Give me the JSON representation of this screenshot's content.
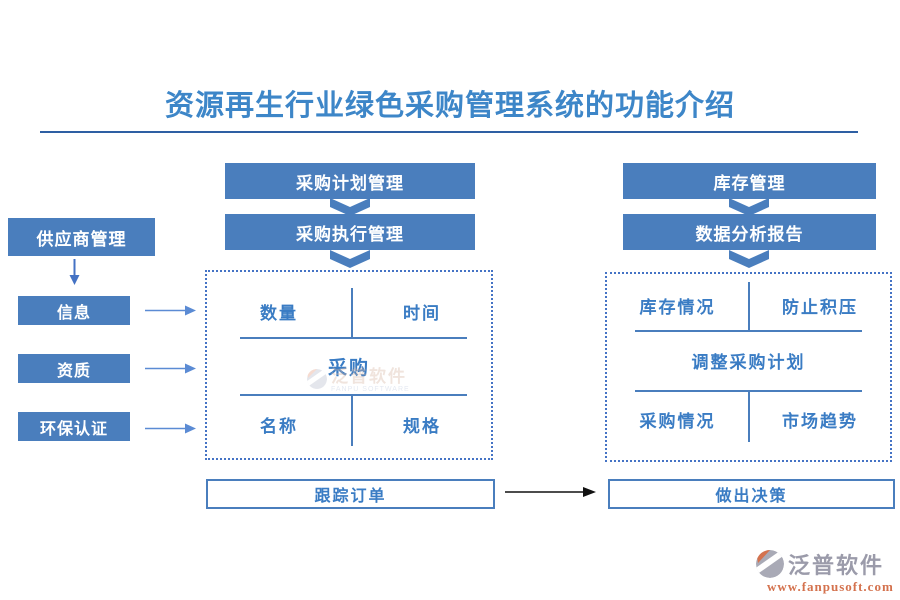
{
  "title": "资源再生行业绿色采购管理系统的功能介绍",
  "colors": {
    "accent_blue": "#4a7ebd",
    "title_blue": "#3d86c8",
    "inner_text_blue": "#3a7cc4",
    "dotted_border_blue": "#4573c5",
    "divider_blue": "#2e5fa3",
    "flow_arrow_black": "#111111",
    "logo_grey": "#9b9baa",
    "logo_orange": "#d4724e"
  },
  "icons": {
    "down_chevron": "chevron-down-icon",
    "down_arrow": "arrow-down-icon",
    "right_arrow": "arrow-right-icon",
    "flow_arrow": "arrow-right-icon",
    "logo_mark": "fanpu-logo-icon"
  },
  "left": {
    "header": "供应商管理",
    "items": [
      "信息",
      "资质",
      "环保认证"
    ]
  },
  "center": {
    "boxes": [
      "采购计划管理",
      "采购执行管理"
    ],
    "matrix": {
      "top_left": "数量",
      "top_right": "时间",
      "middle": "采购",
      "bottom_left": "名称",
      "bottom_right": "规格"
    },
    "bottom": "跟踪订单"
  },
  "right": {
    "boxes": [
      "库存管理",
      "数据分析报告"
    ],
    "matrix": {
      "top_left": "库存情况",
      "top_right": "防止积压",
      "middle": "调整采购计划",
      "bottom_left": "采购情况",
      "bottom_right": "市场趋势"
    },
    "bottom": "做出决策"
  },
  "watermark": {
    "name": "泛普软件",
    "subtitle": "FANPU SOFTWARE"
  },
  "logo": {
    "name": "泛普软件",
    "url": "www.fanpusoft.com"
  }
}
